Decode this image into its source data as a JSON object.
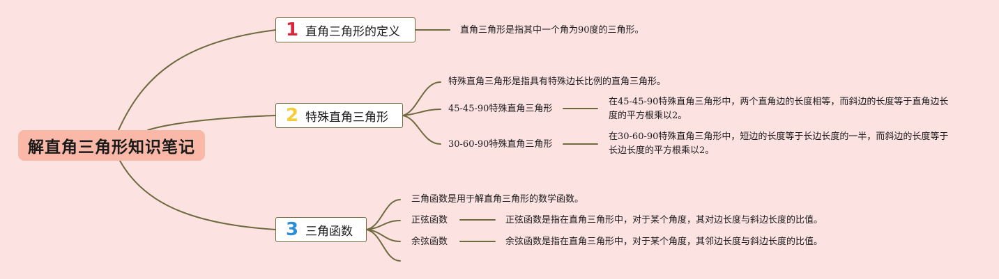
{
  "root": {
    "title": "解直角三角形知识笔记"
  },
  "topics": [
    {
      "number": "1",
      "label": "直角三角形的定义",
      "color": "#d9263a",
      "details": [
        "直角三角形是指其中一个角为90度的三角形。"
      ]
    },
    {
      "number": "2",
      "label": "特殊直角三角形",
      "color": "#f5cc3a",
      "intro": "特殊直角三角形是指具有特殊边长比例的直角三角形。",
      "items": [
        {
          "name": "45-45-90特殊直角三角形",
          "desc": "在45-45-90特殊直角三角形中，两个直角边的长度相等，而斜边的长度等于直角边长度的平方根乘以2。"
        },
        {
          "name": "30-60-90特殊直角三角形",
          "desc": "在30-60-90特殊直角三角形中，短边的长度等于长边长度的一半，而斜边的长度等于长边长度的平方根乘以2。"
        }
      ]
    },
    {
      "number": "3",
      "label": "三角函数",
      "color": "#2a8fd6",
      "intro": "三角函数是用于解直角三角形的数学函数。",
      "items": [
        {
          "name": "正弦函数",
          "desc": "正弦函数是指在直角三角形中，对于某个角度，其对边长度与斜边长度的比值。"
        },
        {
          "name": "余弦函数",
          "desc": "余弦函数是指在直角三角形中，对于某个角度，其邻边长度与斜边长度的比值。"
        }
      ]
    }
  ],
  "colors": {
    "background": "#fde2e2",
    "root_fill": "#f9b8a8",
    "connector": "#6e6a3e"
  }
}
